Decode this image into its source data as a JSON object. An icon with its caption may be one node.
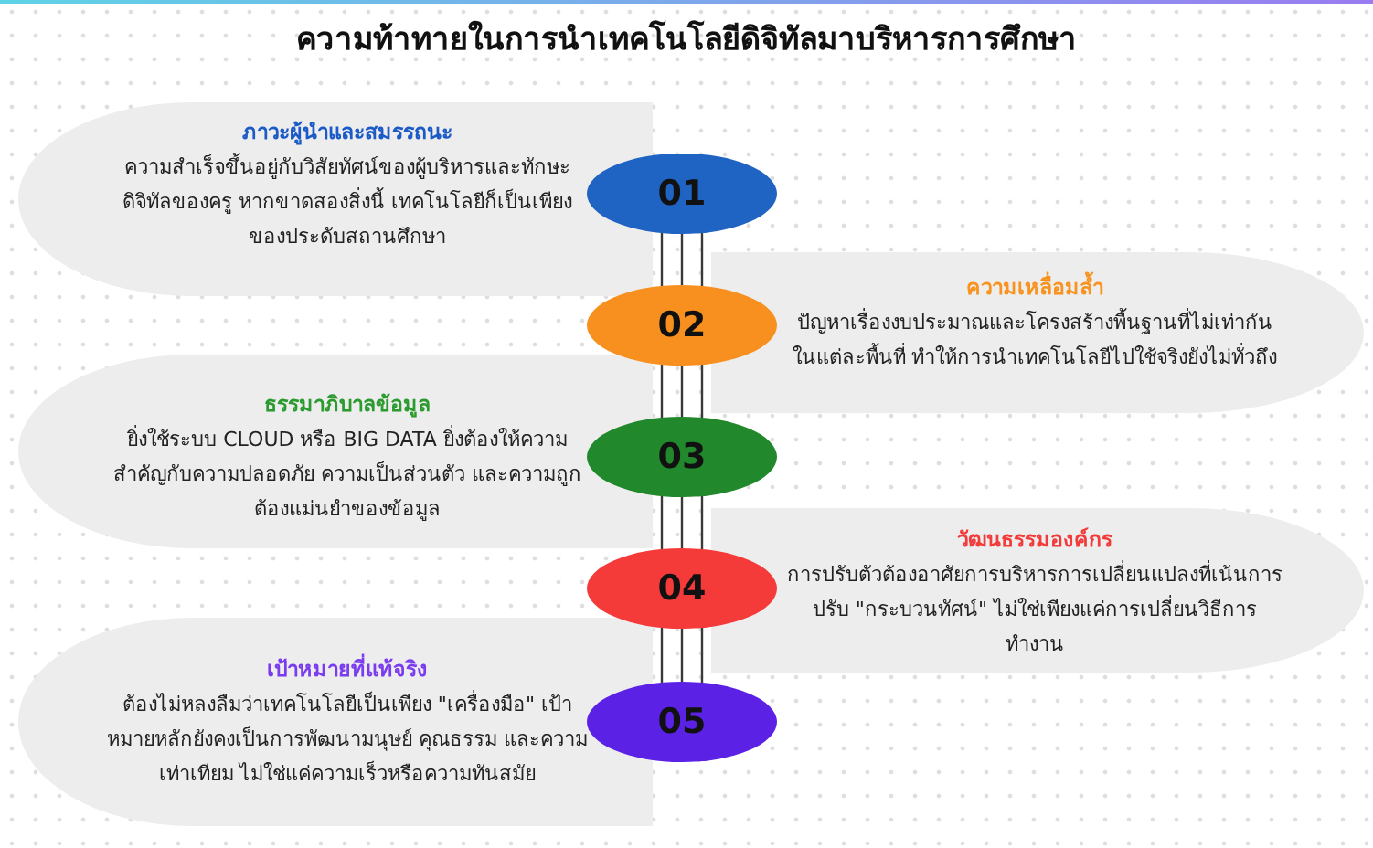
{
  "diagram": {
    "title": "ความท้าทายในการนำเทคโนโลยีดิจิทัลมาบริหารการศึกษา",
    "nodes": [
      {
        "text": [
          "ภาวะผู้นำและสมรรถนะ",
          "ความสำเร็จขึ้นอยู่กับวิสัยทัศน์ของผู้บริหารและทักษะดิจิทัลของครู หากขาดสองสิ่งนี้ เทคโนโลยีก็เป็นเพียงของประดับสถานศึกษา"
        ]
      },
      {
        "text": [
          "01"
        ]
      },
      {
        "text": [
          "ความเหลื่อมล้ำ",
          "ปัญหาเรื่องงบประมาณและโครงสร้างพื้นฐานที่ไม่เท่ากันในแต่ละพื้นที่ ทำให้การนำเทคโนโลยีไปใช้จริงยังไม่ทั่วถึง"
        ]
      },
      {
        "text": [
          "02"
        ]
      },
      {
        "text": [
          "ธรรมาภิบาลข้อมูล",
          "ยิ่งใช้ระบบ CLOUD หรือ BIG DATA ยิ่งต้องให้ความสำคัญกับความปลอดภัย ความเป็นส่วนตัว และความถูกต้องแม่นยำของข้อมูล"
        ]
      },
      {
        "text": [
          "03"
        ]
      },
      {
        "text": [
          "วัฒนธรรมองค์กร",
          "การปรับตัวต้องอาศัยการบริหารการเปลี่ยนแปลงที่เน้นการปรับ \"กระบวนทัศน์\" ไม่ใช่เพียงแค่การเปลี่ยนวิธีการทำงาน"
        ]
      },
      {
        "text": [
          "04"
        ]
      },
      {
        "text": [
          "เป้าหมายที่แท้จริง",
          "ต้องไม่หลงลืมว่าเทคโนโลยีเป็นเพียง \"เครื่องมือ\" เป้าหมายหลักยังคงเป็นการพัฒนามนุษย์ คุณธรรม และความเท่าเทียม ไม่ใช่แค่ความเร็วหรือความทันสมัย"
        ]
      },
      {
        "text": [
          "05"
        ]
      }
    ],
    "edges": [
      {
        "from": 1,
        "to": 3,
        "arrow": "none"
      },
      {
        "from": 3,
        "to": 5,
        "arrow": "none"
      },
      {
        "from": 5,
        "to": 7,
        "arrow": "none"
      },
      {
        "from": 7,
        "to": 9,
        "arrow": "none"
      }
    ]
  }
}
